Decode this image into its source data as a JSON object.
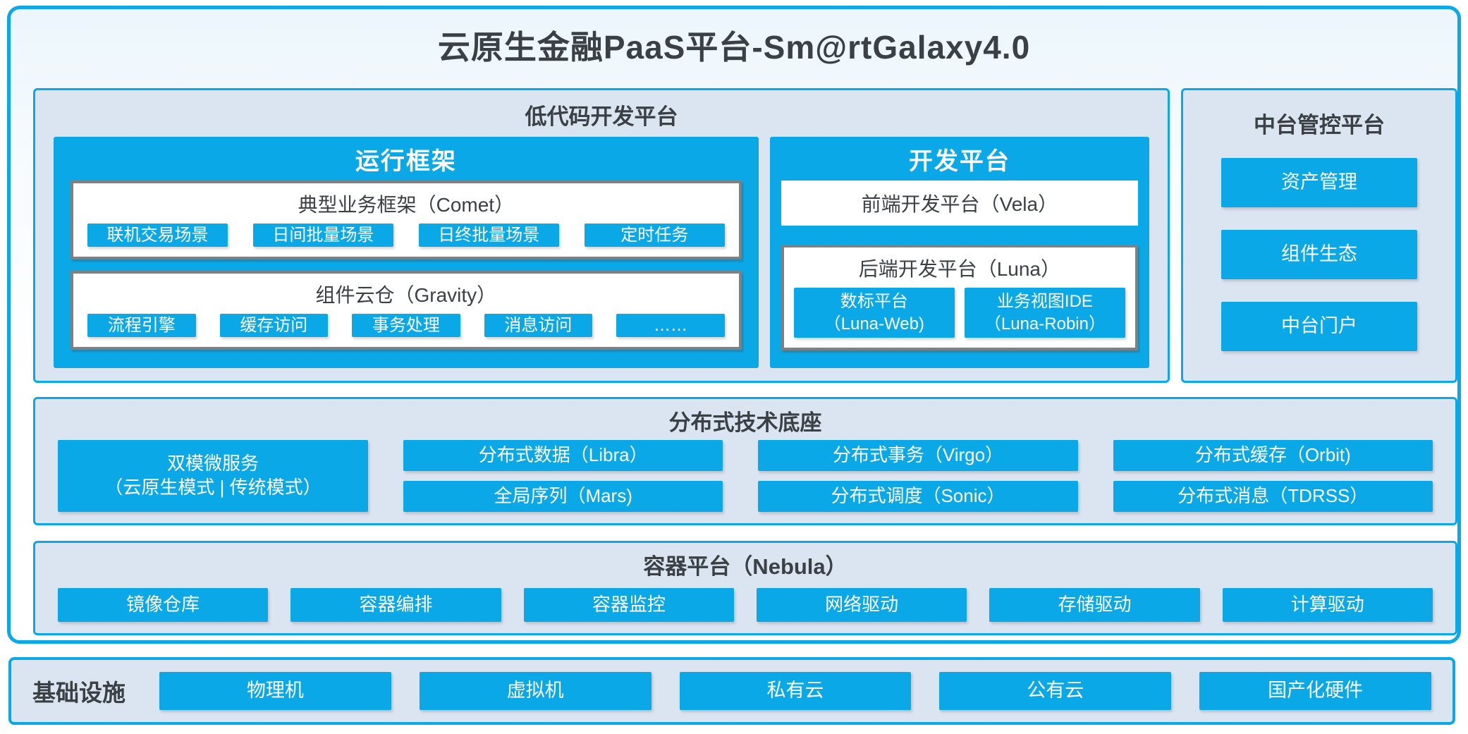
{
  "header": {
    "title": "云原生金融PaaS平台-Sm@rtGalaxy4.0"
  },
  "colors": {
    "accent_blue": "#0aa8e6",
    "panel_bg": "#dbe5f1",
    "dark_text": "#3b4045",
    "box_border_gray": "#7c8184",
    "white": "#ffffff"
  },
  "low_code": {
    "title": "低代码开发平台",
    "runtime": {
      "title": "运行框架",
      "comet": {
        "title": "典型业务框架（Comet）",
        "items": [
          "联机交易场景",
          "日间批量场景",
          "日终批量场景",
          "定时任务"
        ]
      },
      "gravity": {
        "title": "组件云仓（Gravity）",
        "items": [
          "流程引擎",
          "缓存访问",
          "事务处理",
          "消息访问",
          "……"
        ]
      }
    },
    "dev": {
      "title": "开发平台",
      "vela_label": "前端开发平台（Vela）",
      "luna": {
        "title": "后端开发平台（Luna）",
        "items": [
          {
            "line1": "数标平台",
            "line2": "（Luna-Web)"
          },
          {
            "line1": "业务视图IDE",
            "line2": "（Luna-Robin）"
          }
        ]
      }
    }
  },
  "mid_platform": {
    "title": "中台管控平台",
    "items": [
      "资产管理",
      "组件生态",
      "中台门户"
    ]
  },
  "distributed": {
    "title": "分布式技术底座",
    "dual_mode": {
      "line1": "双模微服务",
      "line2": "（云原生模式 | 传统模式）"
    },
    "items_row1": [
      "分布式数据（Libra）",
      "分布式事务（Virgo）",
      "分布式缓存（Orbit)"
    ],
    "items_row2": [
      "全局序列（Mars)",
      "分布式调度（Sonic）",
      "分布式消息（TDRSS）"
    ]
  },
  "container_platform": {
    "title": "容器平台（Nebula）",
    "items": [
      "镜像仓库",
      "容器编排",
      "容器监控",
      "网络驱动",
      "存储驱动",
      "计算驱动"
    ]
  },
  "infrastructure": {
    "title": "基础设施",
    "items": [
      "物理机",
      "虚拟机",
      "私有云",
      "公有云",
      "国产化硬件"
    ]
  }
}
